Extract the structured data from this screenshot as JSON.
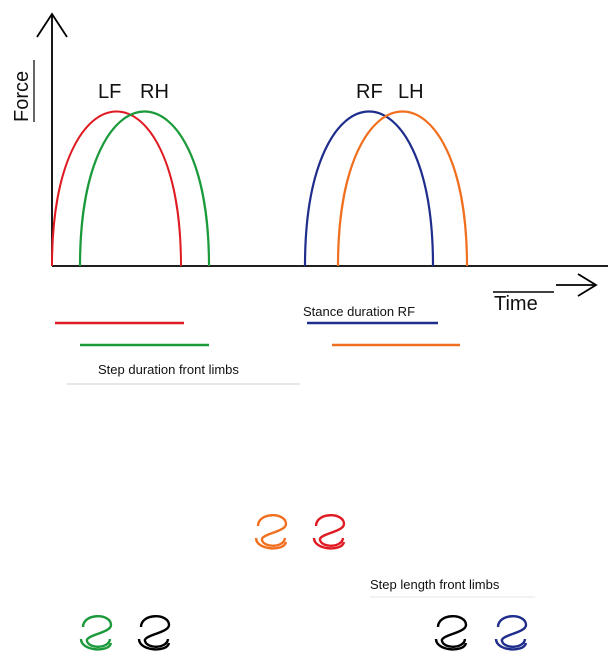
{
  "axes": {
    "y_label": "Force",
    "x_label": "Time"
  },
  "curve_labels": {
    "lf": "LF",
    "rh": "RH",
    "rf": "RF",
    "lh": "LH"
  },
  "annotations": {
    "stance_duration": "Stance duration RF",
    "step_duration": "Step duration front limbs",
    "step_length": "Step length front limbs"
  },
  "colors": {
    "lf": "#e01a22",
    "rh": "#1a9a3a",
    "rf": "#1f2d8c",
    "lh": "#f07020",
    "axis": "#000000",
    "footprint_neutral": "#000000"
  },
  "footprints": [
    {
      "limb": "LH",
      "color": "#f07020"
    },
    {
      "limb": "LF",
      "color": "#e01a22"
    },
    {
      "limb": "RH",
      "color": "#1a9a3a"
    },
    {
      "limb": "neutral",
      "color": "#000000"
    },
    {
      "limb": "neutral",
      "color": "#000000"
    },
    {
      "limb": "RF",
      "color": "#1f2d8c"
    }
  ]
}
